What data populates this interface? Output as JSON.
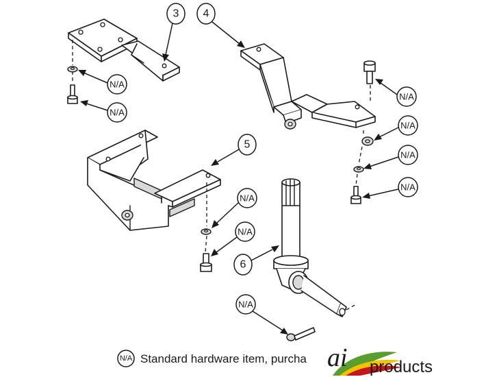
{
  "callouts": {
    "part_3": "3",
    "part_4": "4",
    "part_5": "5",
    "part_6": "6",
    "na": "N/A"
  },
  "footer": {
    "symbol": "N/A",
    "note": "Standard hardware item, purcha"
  },
  "logo": {
    "wordmark": "products",
    "letters": "ai"
  },
  "colors": {
    "line": "#1a1a1a",
    "logo_green": "#5a9e2f",
    "logo_yellow": "#f2c200",
    "logo_red": "#c4161c"
  }
}
